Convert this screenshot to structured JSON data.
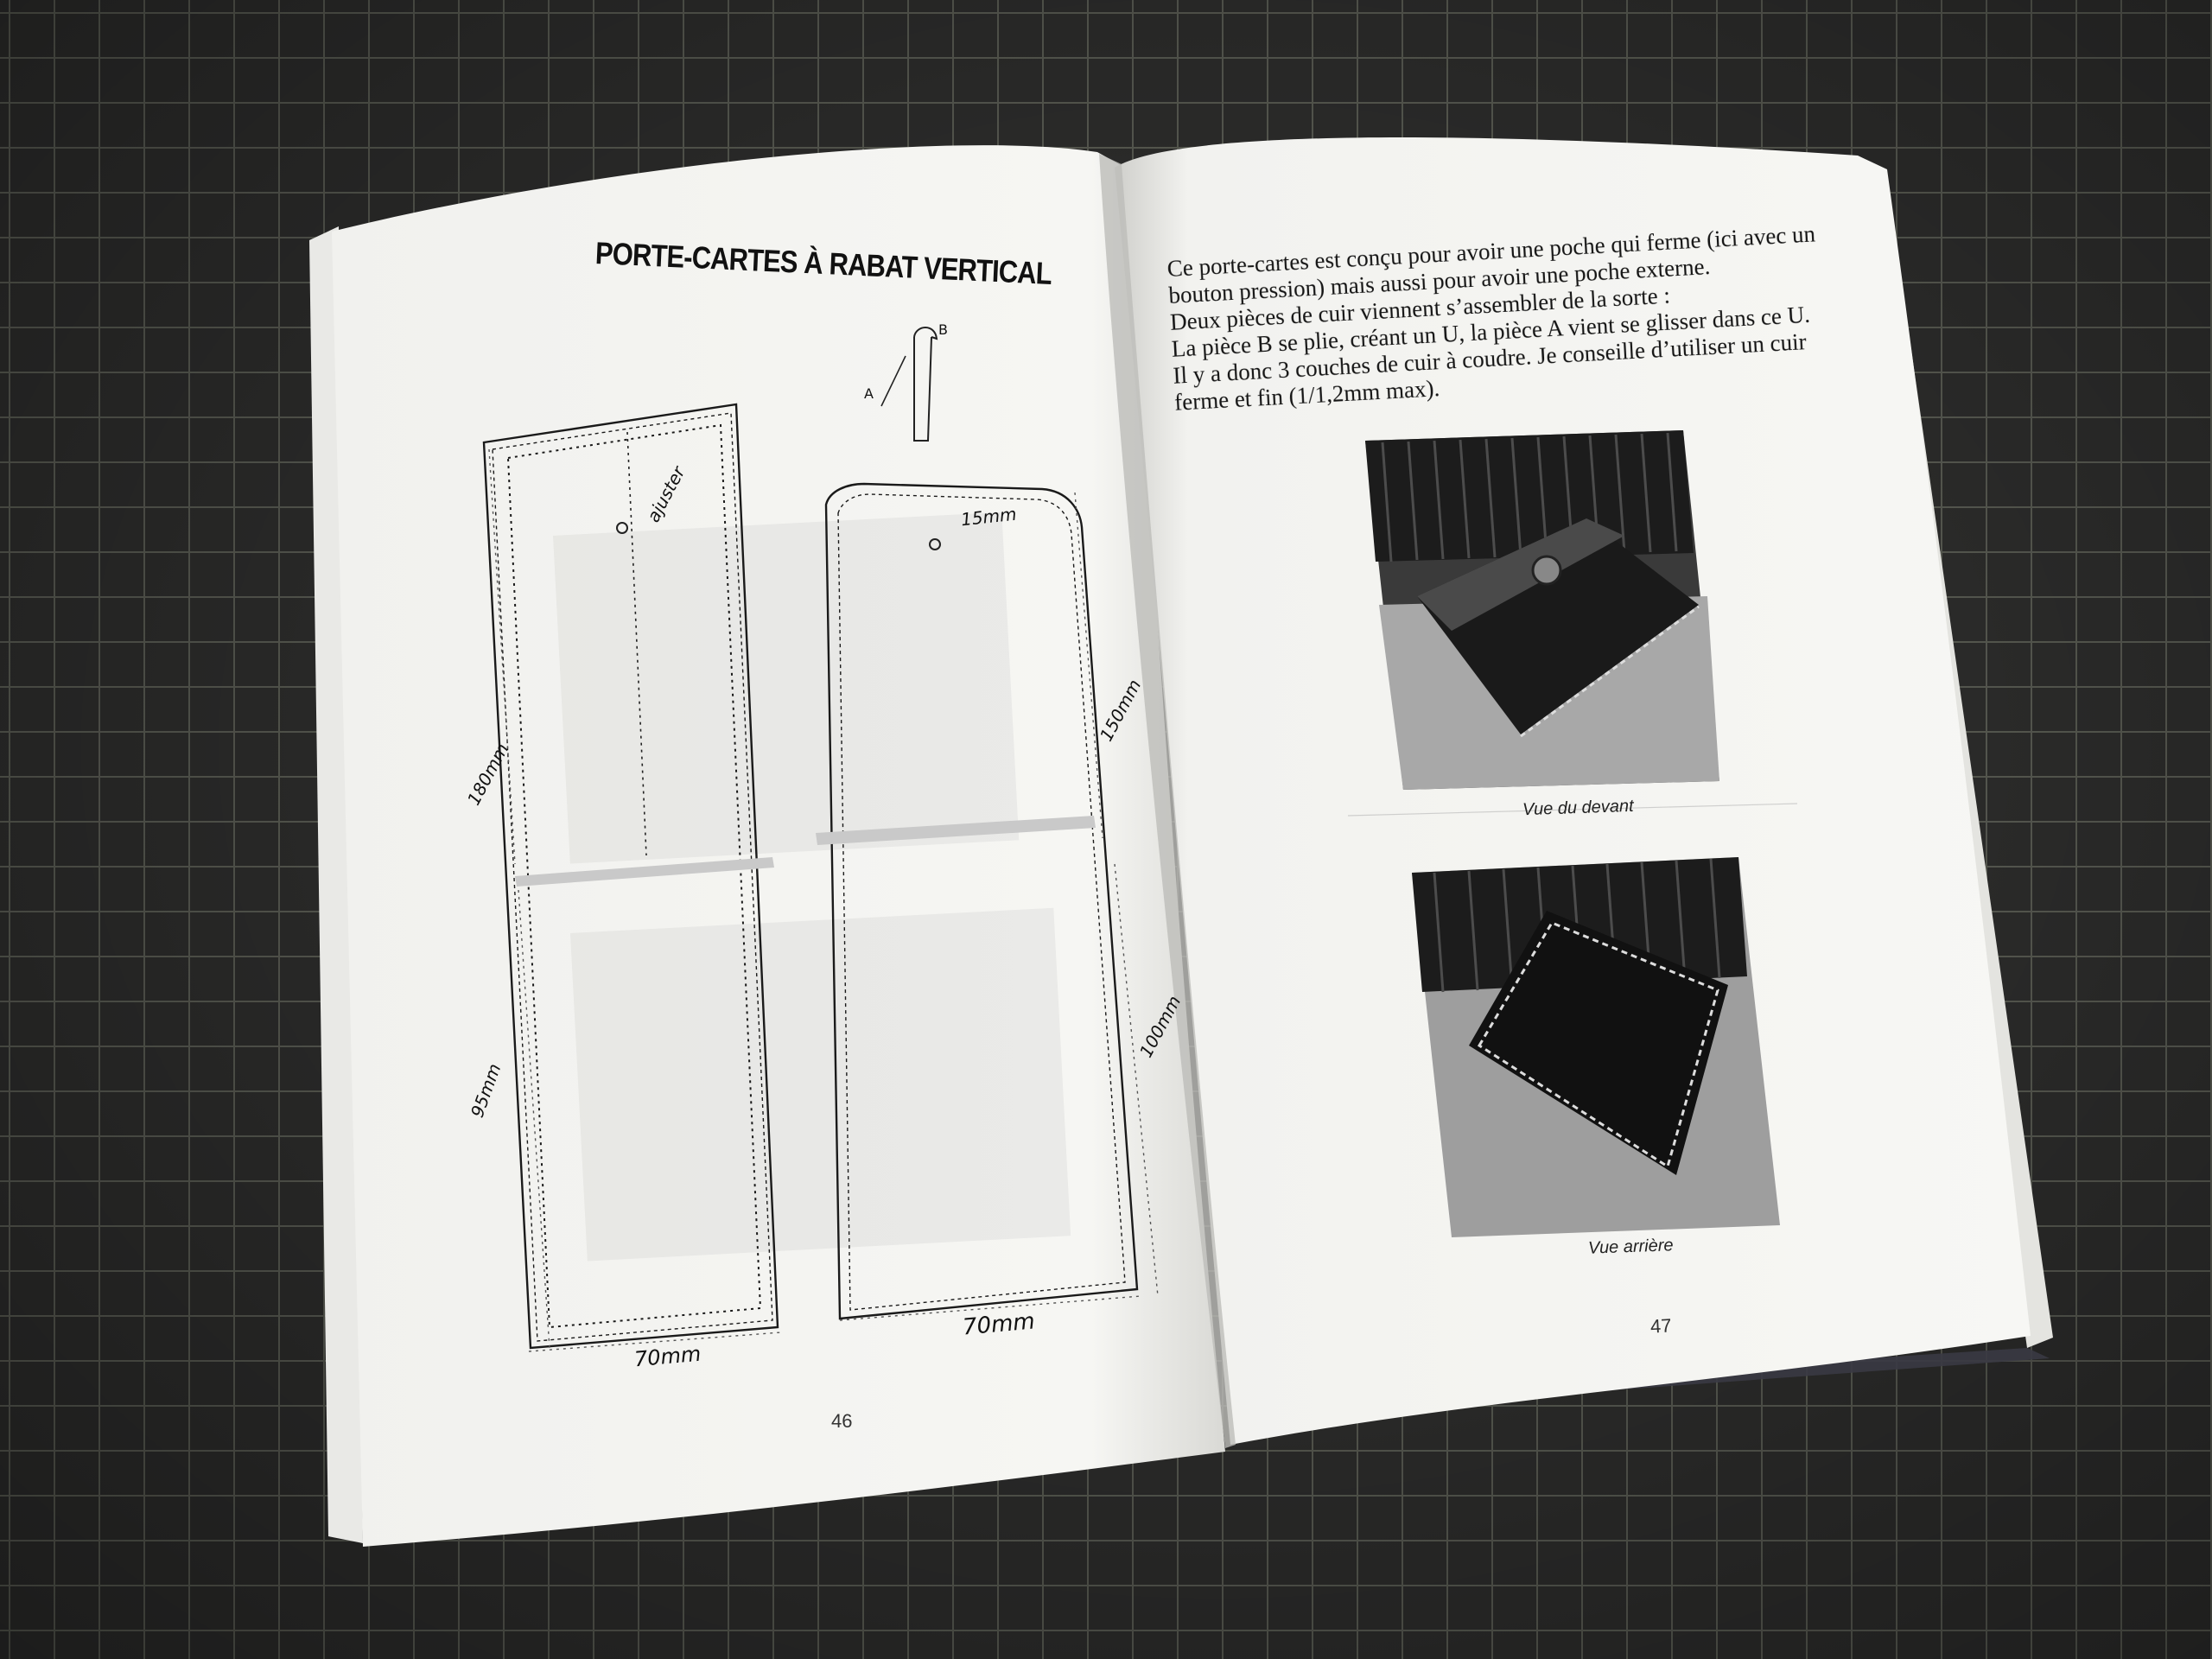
{
  "left_page": {
    "title": "PORTE-CARTES À RABAT VERTICAL",
    "piece_labels": {
      "a": "A",
      "b": "B"
    },
    "annotations": {
      "ajuster": "ajuster",
      "dim_15mm": "15mm",
      "dim_150mm": "150mm",
      "dim_180mm": "180mm",
      "dim_95mm": "95mm",
      "dim_100mm": "100mm",
      "width_left": "70mm",
      "width_right": "70mm"
    },
    "page_number": "46"
  },
  "right_page": {
    "paragraph_lines": [
      "Ce porte-cartes est conçu pour avoir une poche qui ferme (ici avec un",
      "bouton pression) mais aussi pour avoir une poche externe.",
      "Deux pièces de cuir viennent s’assembler de la sorte :",
      "La pièce B se plie, créant un U, la pièce A vient se glisser dans ce U.",
      "Il y a donc 3 couches de cuir à coudre. Je conseille d’utiliser un cuir",
      "ferme et fin (1/1,2mm max)."
    ],
    "photos": [
      {
        "caption": "Vue du devant",
        "subject": "closed card holder with snap button"
      },
      {
        "caption": "Vue arrière",
        "subject": "back of card holder with stitching"
      }
    ],
    "page_number": "47"
  },
  "colors": {
    "mat": "#2b2b2a",
    "mat_grid": "#55574f",
    "paper": "#f4f4f1",
    "ink": "#151515"
  }
}
